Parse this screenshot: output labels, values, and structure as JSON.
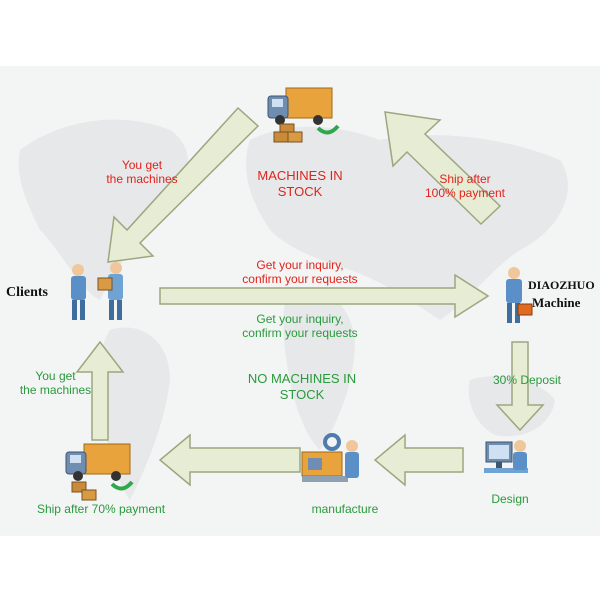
{
  "colors": {
    "arrow_fill": "#e6edd4",
    "arrow_stroke": "#9aa77f",
    "red_text": "#e0241b",
    "green_text": "#2a9a3c",
    "map_background": "#f3f4f4",
    "map_continents": "#e4e6e8"
  },
  "nodes": {
    "top_truck": {
      "icon": "delivery-truck-icon"
    },
    "clients": {
      "label": "Clients",
      "icon": "business-people-icon"
    },
    "machine": {
      "label_line1": "DIAOZHUO",
      "label_line2": "Machine",
      "icon": "businessman-briefcase-icon"
    },
    "design": {
      "label": "Design",
      "icon": "designer-computer-icon"
    },
    "manufacture": {
      "label": "manufacture",
      "icon": "factory-worker-icon"
    },
    "bottom_truck": {
      "icon": "delivery-truck-icon"
    }
  },
  "labels": {
    "you_get_machines_top": [
      "You get",
      "the machines"
    ],
    "machines_in_stock": [
      "MACHINES IN",
      "STOCK"
    ],
    "ship_after_100": [
      "Ship after",
      "100% payment"
    ],
    "inquiry_red": [
      "Get your inquiry,",
      "confirm your requests"
    ],
    "inquiry_green": [
      "Get your inquiry,",
      "confirm your requests"
    ],
    "no_machines_in_stock": [
      "NO MACHINES IN",
      "STOCK"
    ],
    "you_get_machines_left": [
      "You get",
      "the machines"
    ],
    "deposit_30": "30% Deposit",
    "ship_after_70": "Ship after 70% payment"
  }
}
